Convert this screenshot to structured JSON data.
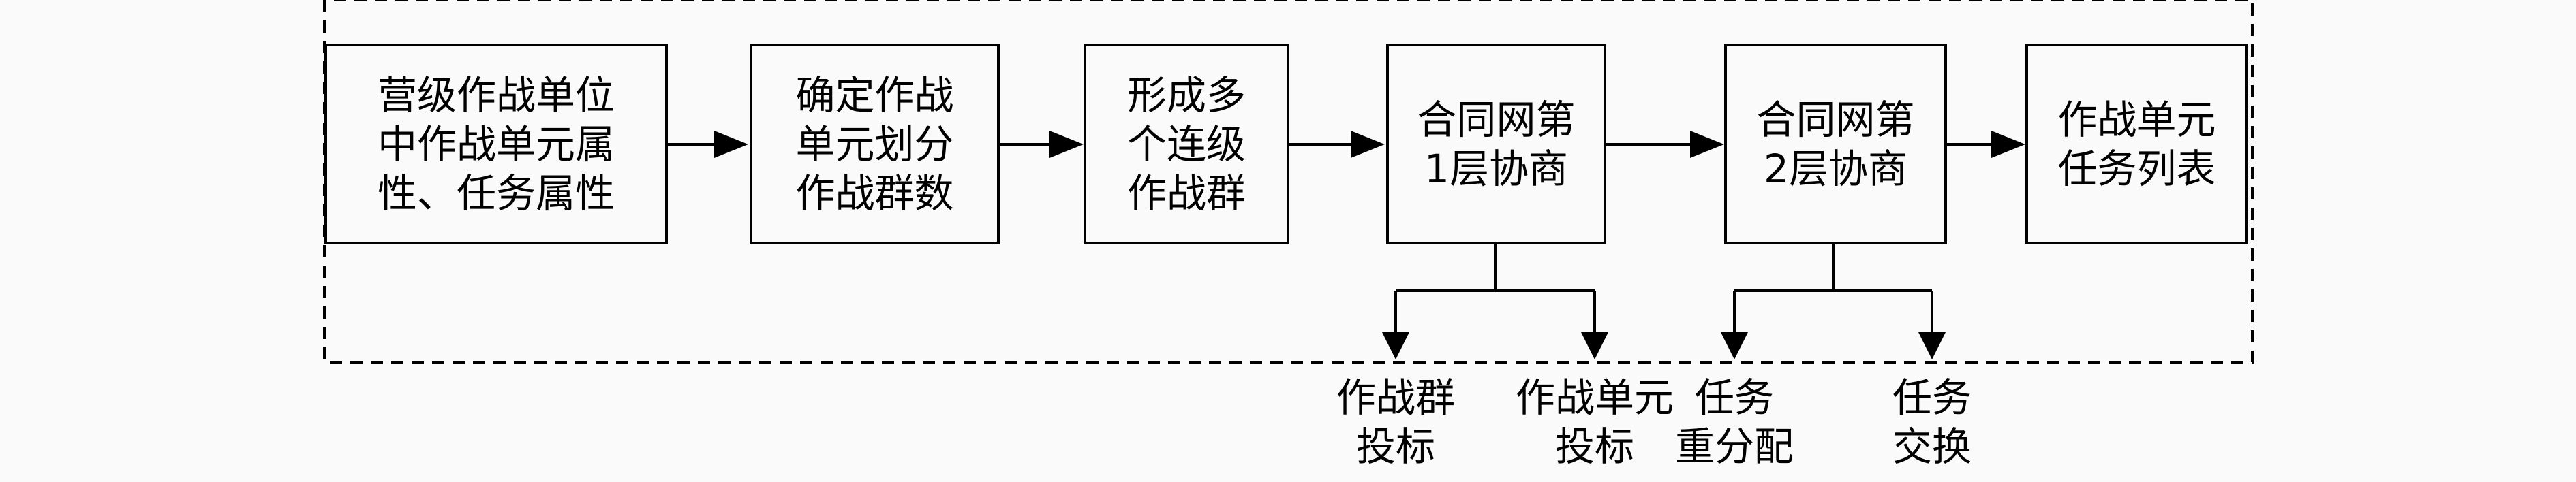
{
  "boxes": [
    {
      "lines": [
        "营级作战单位",
        "中作战单元属",
        "性、任务属性"
      ]
    },
    {
      "lines": [
        "确定作战",
        "单元划分",
        "作战群数"
      ]
    },
    {
      "lines": [
        "形成多",
        "个连级",
        "作战群"
      ]
    },
    {
      "lines": [
        "合同网第",
        "1层协商"
      ]
    },
    {
      "lines": [
        "合同网第",
        "2层协商"
      ]
    },
    {
      "lines": [
        "作战单元",
        "任务列表"
      ]
    }
  ],
  "outputs": [
    {
      "lines": [
        "作战群",
        "投标"
      ]
    },
    {
      "lines": [
        "作战单元",
        "投标"
      ]
    },
    {
      "lines": [
        "任务",
        "重分配"
      ]
    },
    {
      "lines": [
        "任务",
        "交换"
      ]
    }
  ]
}
